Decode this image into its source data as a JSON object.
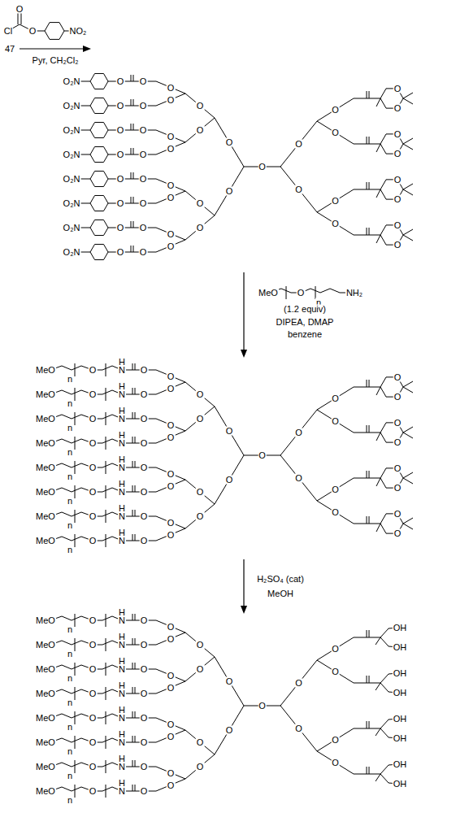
{
  "diagram": {
    "labels": [
      "Cl",
      "O",
      "O",
      "NO₂",
      "47",
      "Pyr, CH₂Cl₂",
      "O",
      "O",
      "O",
      "O",
      "O",
      "O",
      "O",
      "O",
      "O",
      "O",
      "O",
      "O",
      "O",
      "O",
      "O",
      "O",
      "O",
      "O₂N",
      "O",
      "O",
      "O₂N",
      "O",
      "O",
      "O₂N",
      "O",
      "O",
      "O₂N",
      "O",
      "O",
      "O₂N",
      "O",
      "O",
      "O₂N",
      "O",
      "O",
      "O₂N",
      "O",
      "O",
      "O₂N",
      "O",
      "O",
      "O",
      "O",
      "O",
      "O",
      "O",
      "O",
      "O",
      "O",
      "O",
      "O",
      "O",
      "O",
      "MeO",
      "O",
      "n",
      "NH₂",
      "(1.2 equiv)",
      "DIPEA, DMAP",
      "benzene",
      "O",
      "O",
      "O",
      "O",
      "O",
      "O",
      "O",
      "O",
      "O",
      "O",
      "O",
      "O",
      "O",
      "O",
      "O",
      "O",
      "N",
      "H",
      "O",
      "n",
      "MeO",
      "O",
      "N",
      "H",
      "O",
      "n",
      "MeO",
      "O",
      "N",
      "H",
      "O",
      "n",
      "MeO",
      "O",
      "N",
      "H",
      "O",
      "n",
      "MeO",
      "O",
      "N",
      "H",
      "O",
      "n",
      "MeO",
      "O",
      "N",
      "H",
      "O",
      "n",
      "MeO",
      "O",
      "N",
      "H",
      "O",
      "n",
      "MeO",
      "O",
      "N",
      "H",
      "O",
      "n",
      "MeO",
      "O",
      "O",
      "O",
      "O",
      "O",
      "O",
      "O",
      "O",
      "O",
      "O",
      "O",
      "O",
      "O",
      "O",
      "H₂SO₄ (cat)",
      "MeOH",
      "O",
      "O",
      "O",
      "O",
      "O",
      "O",
      "O",
      "O",
      "O",
      "O",
      "O",
      "O",
      "O",
      "O",
      "O",
      "O",
      "N",
      "H",
      "O",
      "n",
      "MeO",
      "O",
      "N",
      "H",
      "O",
      "n",
      "MeO",
      "O",
      "N",
      "H",
      "O",
      "n",
      "MeO",
      "O",
      "N",
      "H",
      "O",
      "n",
      "MeO",
      "O",
      "N",
      "H",
      "O",
      "n",
      "MeO",
      "O",
      "N",
      "H",
      "O",
      "n",
      "MeO",
      "O",
      "N",
      "H",
      "O",
      "n",
      "MeO",
      "O",
      "N",
      "H",
      "O",
      "n",
      "MeO",
      "O",
      "O",
      "O",
      "O",
      "O",
      "O",
      "OH",
      "OH",
      "OH",
      "OH",
      "OH",
      "OH",
      "OH",
      "OH"
    ]
  }
}
